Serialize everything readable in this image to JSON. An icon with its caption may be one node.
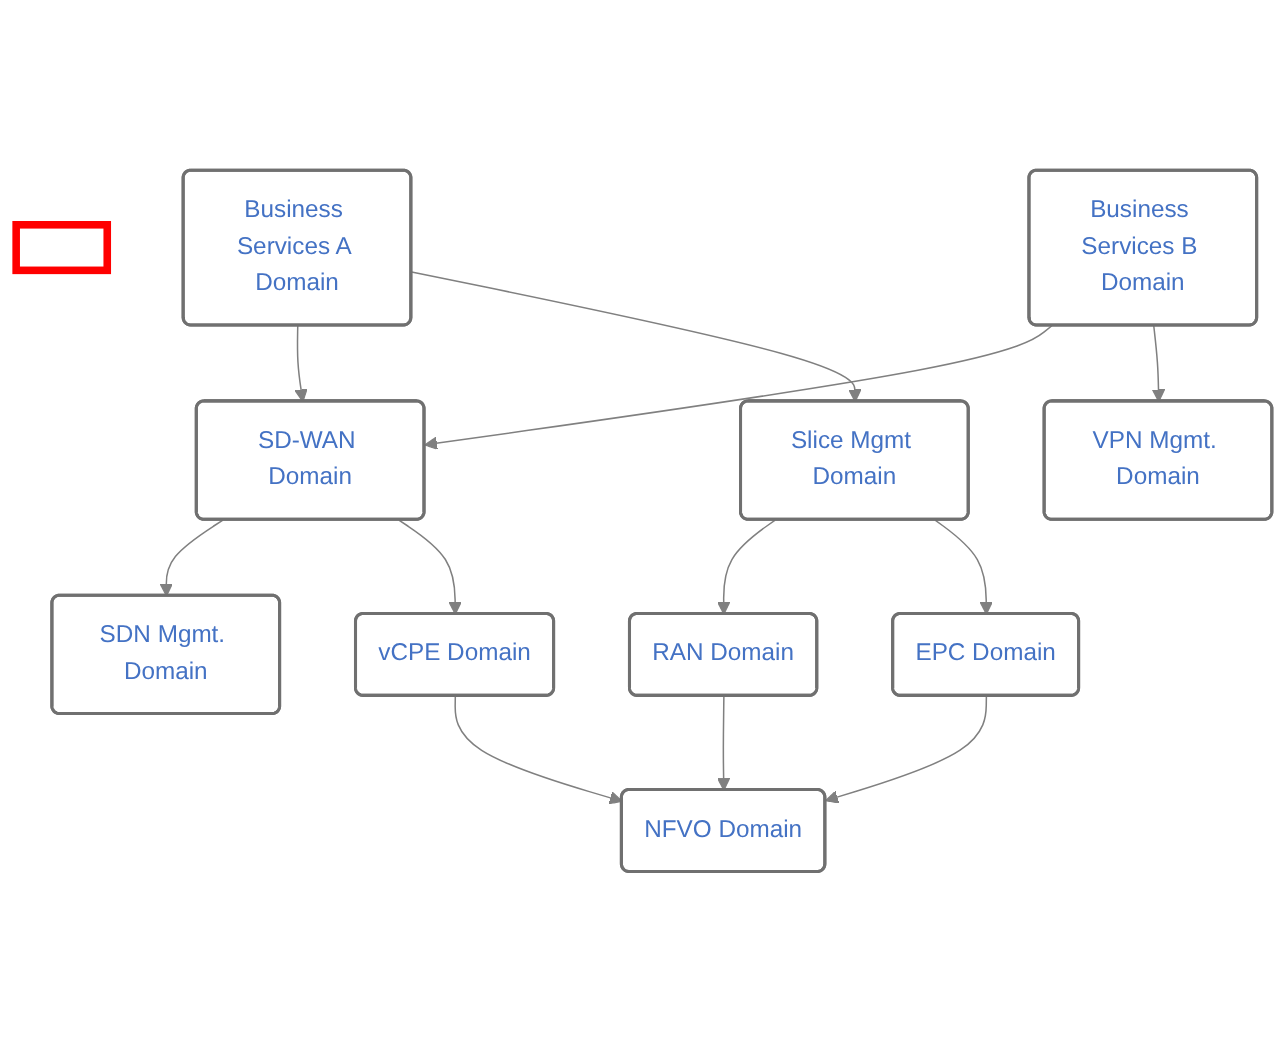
{
  "diagram": {
    "nodes": [
      {
        "text": [],
        "shape": "box"
      },
      {
        "text": [
          "Business Services A Domain"
        ]
      },
      {
        "text": [
          "Business Services B Domain"
        ]
      },
      {
        "text": [
          "SD-WAN Domain"
        ]
      },
      {
        "text": [
          "VPN Mgmt. Domain"
        ]
      },
      {
        "text": [
          "Slice Mgmt Domain"
        ]
      },
      {
        "text": [
          "SDN Mgmt. Domain"
        ]
      },
      {
        "text": [
          "vCPE Domain"
        ]
      },
      {
        "text": [
          "RAN Domain"
        ]
      },
      {
        "text": [
          "EPC Domain"
        ]
      },
      {
        "text": [
          "NFVO Domain"
        ]
      }
    ],
    "edges": [
      {
        "from": 1,
        "to": 3,
        "arrow": "to"
      },
      {
        "from": 1,
        "to": 5,
        "arrow": "to"
      },
      {
        "from": 2,
        "to": 3,
        "arrow": "to"
      },
      {
        "from": 2,
        "to": 4,
        "arrow": "to"
      },
      {
        "from": 3,
        "to": 6,
        "arrow": "to"
      },
      {
        "from": 3,
        "to": 7,
        "arrow": "to"
      },
      {
        "from": 5,
        "to": 8,
        "arrow": "to"
      },
      {
        "from": 5,
        "to": 9,
        "arrow": "to"
      },
      {
        "from": 7,
        "to": 10,
        "arrow": "to"
      },
      {
        "from": 8,
        "to": 10,
        "arrow": "to"
      },
      {
        "from": 9,
        "to": 10,
        "arrow": "to"
      }
    ]
  }
}
